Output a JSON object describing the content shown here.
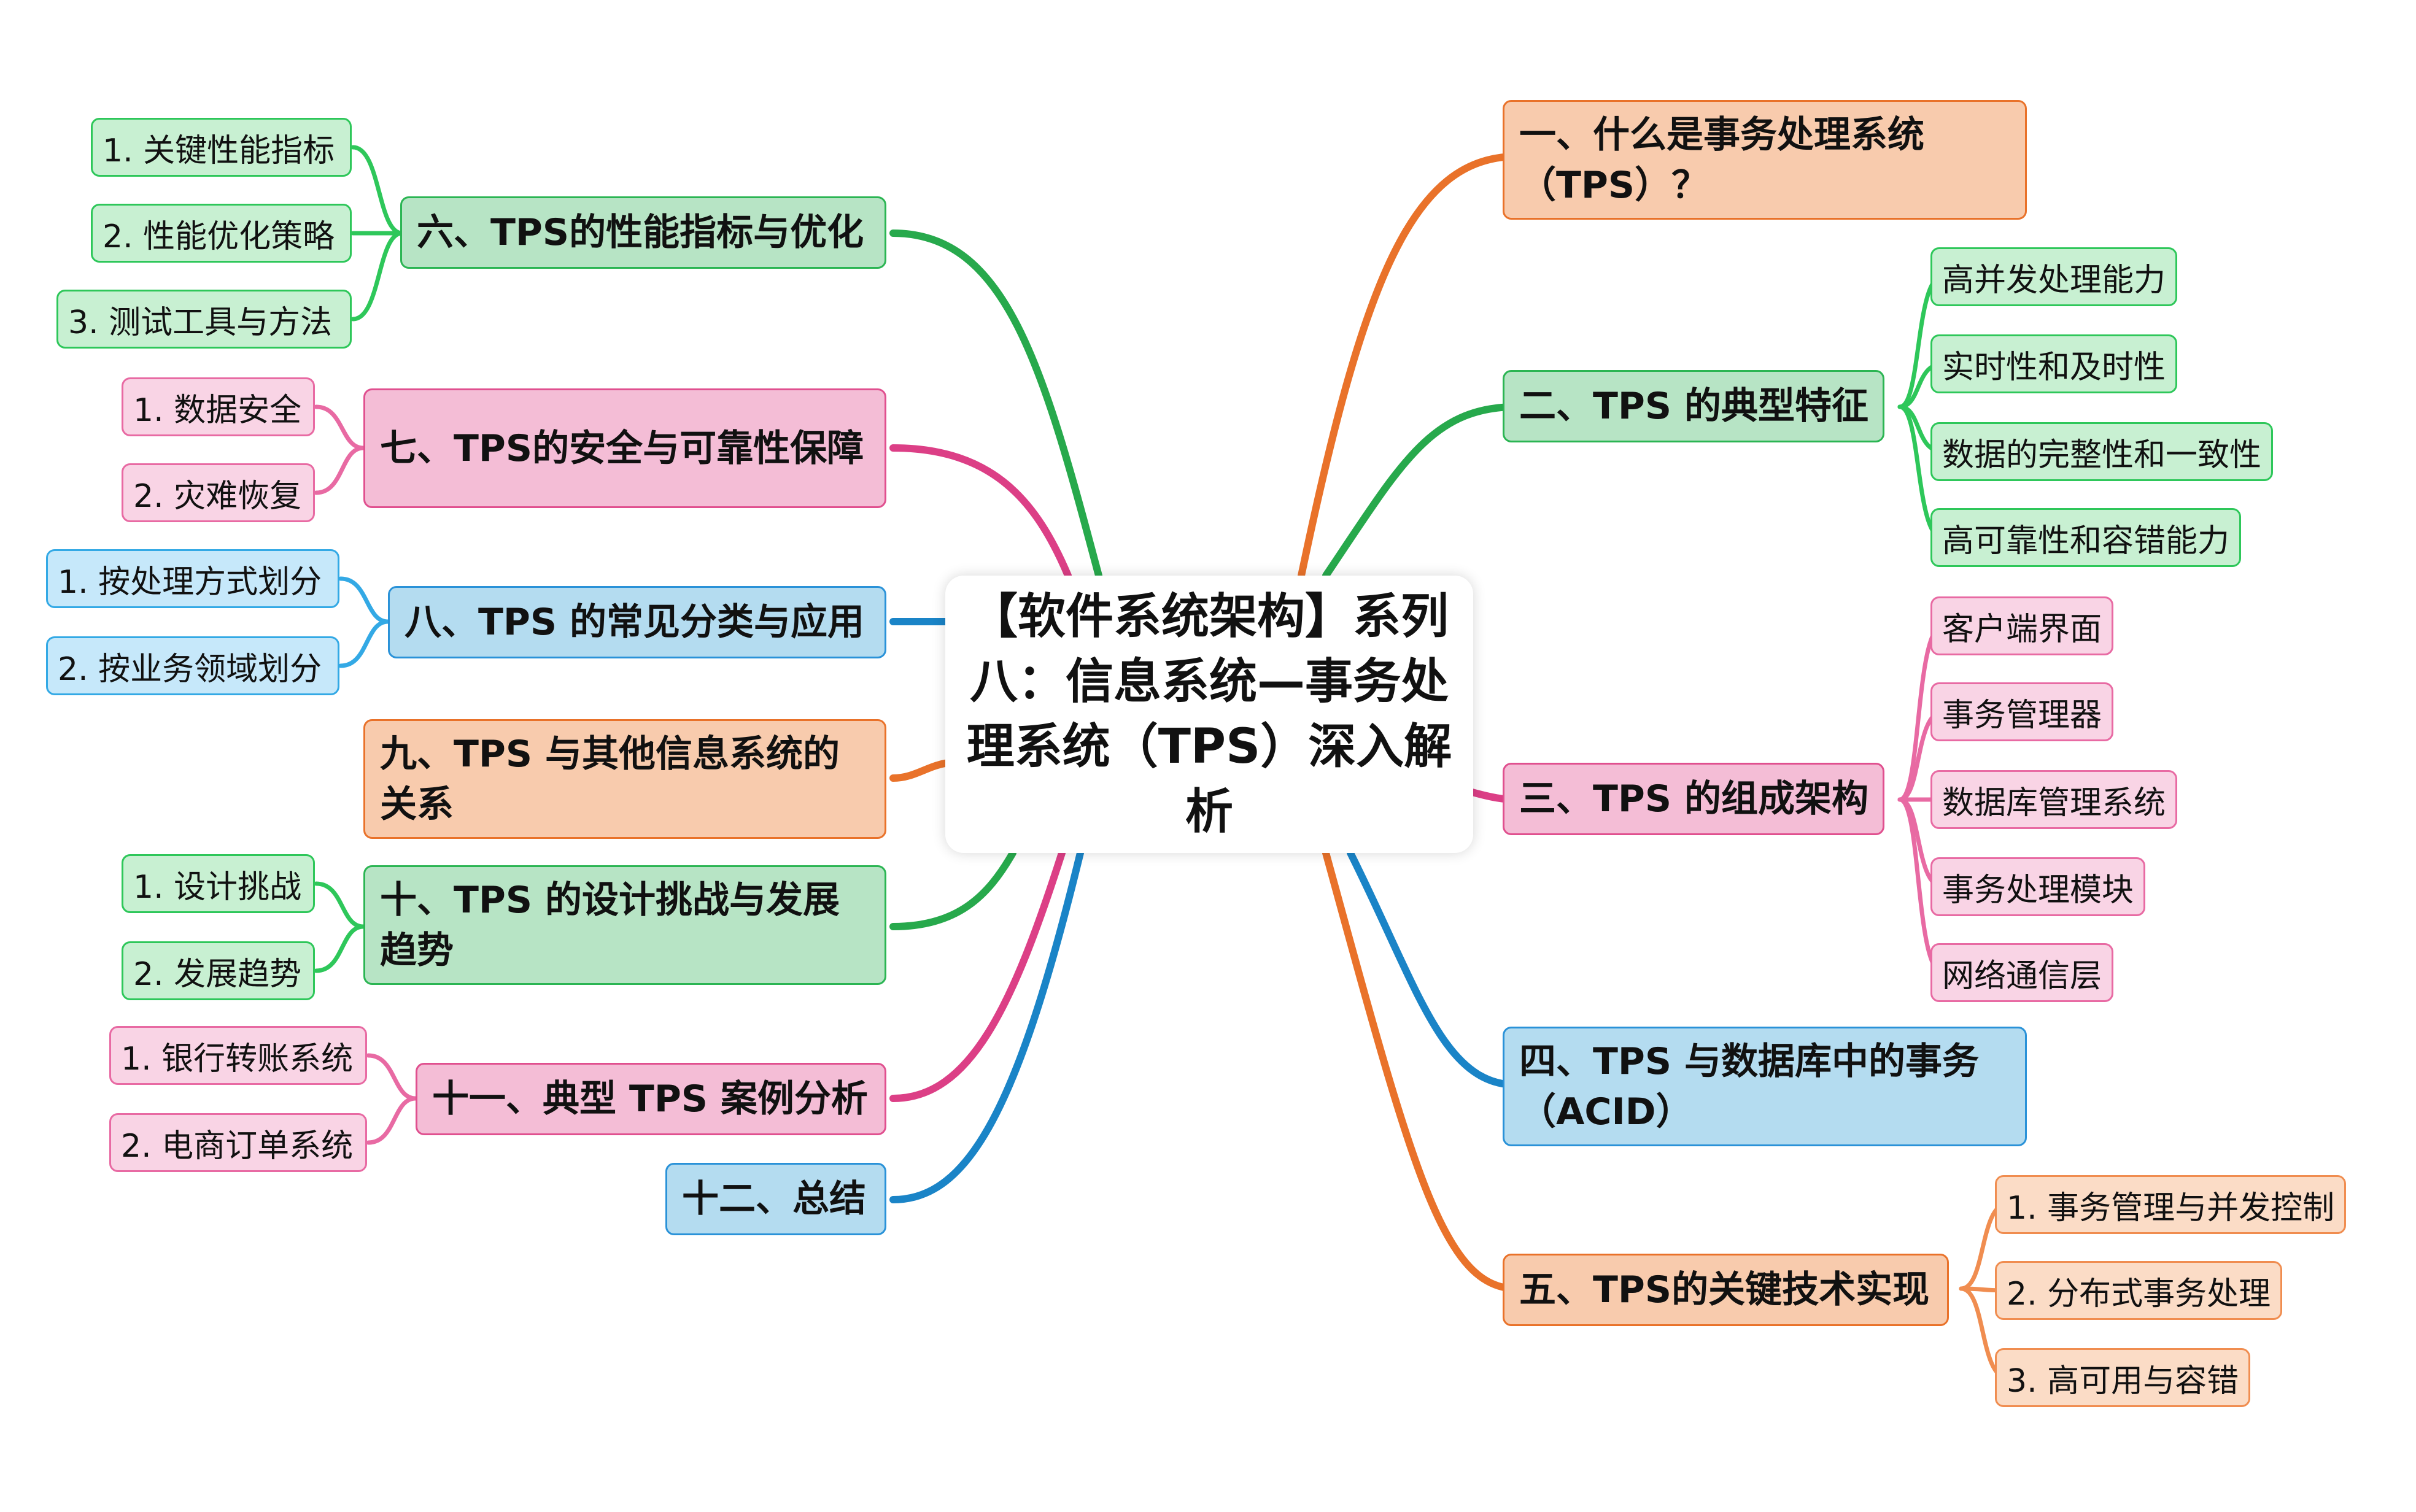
{
  "title": "【软件系统架构】系列八：信息系统—事务处理系统（TPS）深入解析",
  "colors": {
    "orange": "#e9722a",
    "green": "#27a94c",
    "pink": "#dc3f86",
    "blue": "#1a84c7"
  },
  "right_branches": [
    {
      "label": "一、什么是事务处理系统（TPS）？",
      "children": []
    },
    {
      "label": "二、TPS 的典型特征",
      "children": [
        "高并发处理能力",
        "实时性和及时性",
        "数据的完整性和一致性",
        "高可靠性和容错能力"
      ]
    },
    {
      "label": "三、TPS 的组成架构",
      "children": [
        "客户端界面",
        "事务管理器",
        "数据库管理系统",
        "事务处理模块",
        "网络通信层"
      ]
    },
    {
      "label": "四、TPS 与数据库中的事务（ACID）",
      "children": []
    },
    {
      "label": "五、TPS的关键技术实现",
      "children": [
        "1. 事务管理与并发控制",
        "2. 分布式事务处理",
        "3. 高可用与容错"
      ]
    }
  ],
  "left_branches": [
    {
      "label": "六、TPS的性能指标与优化",
      "children": [
        "1. 关键性能指标",
        "2. 性能优化策略",
        "3. 测试工具与方法"
      ]
    },
    {
      "label": "七、TPS的安全与可靠性保障",
      "children": [
        "1. 数据安全",
        "2. 灾难恢复"
      ]
    },
    {
      "label": "八、TPS 的常见分类与应用",
      "children": [
        "1. 按处理方式划分",
        "2. 按业务领域划分"
      ]
    },
    {
      "label": "九、TPS 与其他信息系统的关系",
      "children": []
    },
    {
      "label": "十、TPS 的设计挑战与发展趋势",
      "children": [
        "1. 设计挑战",
        "2. 发展趋势"
      ]
    },
    {
      "label": "十一、典型 TPS 案例分析",
      "children": [
        "1. 银行转账系统",
        "2. 电商订单系统"
      ]
    },
    {
      "label": "十二、总结",
      "children": []
    }
  ]
}
